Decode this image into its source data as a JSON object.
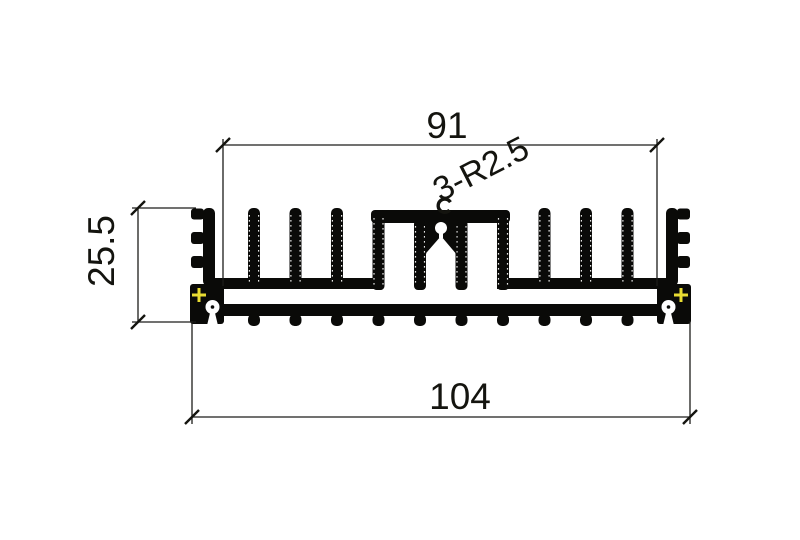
{
  "page": {
    "background": "#ffffff"
  },
  "drawing": {
    "type": "technical-drawing",
    "subject": "heatsink-extrusion-cross-section",
    "dimensions": {
      "top_width": "91",
      "overall_width": "104",
      "height": "25.5"
    },
    "annotations": {
      "holes": "3-R2.5"
    },
    "colors": {
      "outline": "#1c1c1a",
      "profile_fill": "#0a0a08",
      "center_marker": "#e8dc32",
      "background": "#ffffff"
    }
  }
}
